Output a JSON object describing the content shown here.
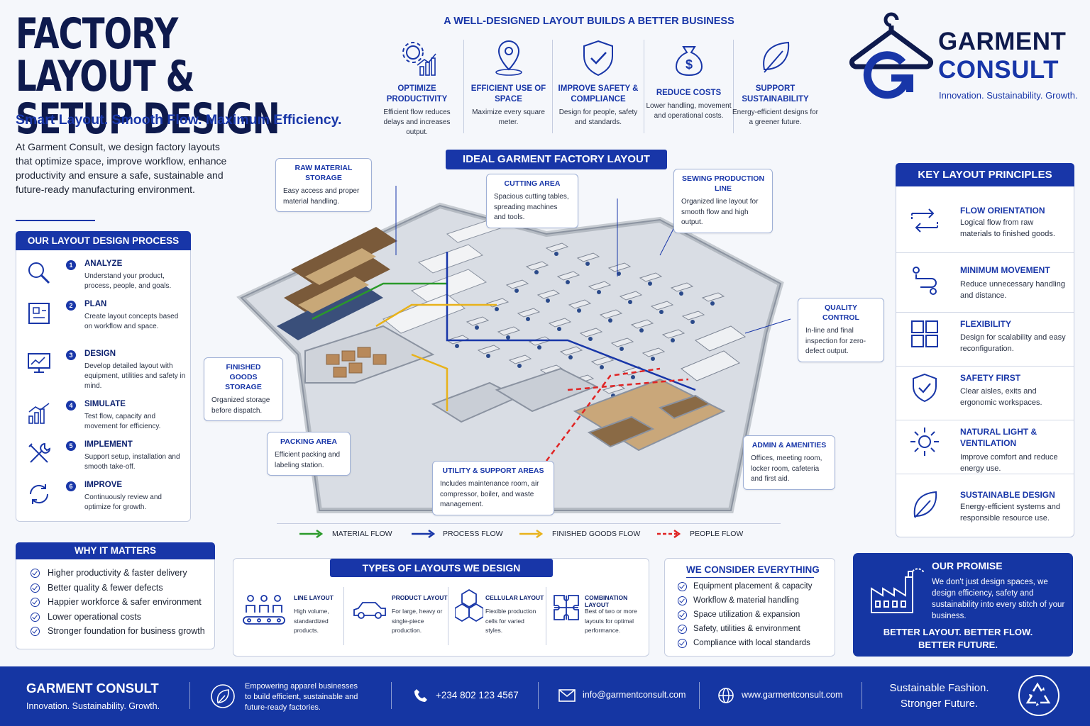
{
  "header": {
    "title_line1": "FACTORY LAYOUT &",
    "title_line2": "SETUP DESIGN",
    "tagline": "Smart Layout. Smooth Flow. Maximum Efficiency.",
    "intro": "At Garment Consult, we design factory layouts that optimize space, improve workflow, enhance productivity and ensure a safe, sustainable and future-ready manufacturing environment."
  },
  "benefits": {
    "heading": "A WELL-DESIGNED LAYOUT BUILDS A BETTER BUSINESS",
    "items": [
      {
        "title": "OPTIMIZE PRODUCTIVITY",
        "desc": "Efficient flow reduces delays and increases output.",
        "icon": "productivity-gear-chart-icon"
      },
      {
        "title": "EFFICIENT USE OF SPACE",
        "desc": "Maximize every square meter.",
        "icon": "location-pin-icon"
      },
      {
        "title": "IMPROVE SAFETY & COMPLIANCE",
        "desc": "Design for people, safety and standards.",
        "icon": "shield-check-icon"
      },
      {
        "title": "REDUCE COSTS",
        "desc": "Lower handling, movement and operational costs.",
        "icon": "money-bag-icon"
      },
      {
        "title": "SUPPORT SUSTAINABILITY",
        "desc": "Energy-efficient designs for a greener future.",
        "icon": "leaf-icon"
      }
    ]
  },
  "brand": {
    "name_line1": "GARMENT",
    "name_line2": "CONSULT",
    "tagline": "Innovation. Sustainability. Growth.",
    "icon": "hanger-g-logo-icon",
    "colors": {
      "navy": "#0e1a4d",
      "blue": "#1836a8",
      "accent": "#1536a3"
    }
  },
  "process": {
    "heading": "OUR LAYOUT DESIGN PROCESS",
    "steps": [
      {
        "num": "1",
        "title": "ANALYZE",
        "desc": "Understand your product, process, people, and goals.",
        "icon": "magnifier-icon"
      },
      {
        "num": "2",
        "title": "PLAN",
        "desc": "Create layout concepts based on workflow and space.",
        "icon": "blueprint-icon"
      },
      {
        "num": "3",
        "title": "DESIGN",
        "desc": "Develop detailed layout with equipment, utilities and safety in mind.",
        "icon": "monitor-chart-icon"
      },
      {
        "num": "4",
        "title": "SIMULATE",
        "desc": "Test flow, capacity and movement for efficiency.",
        "icon": "bar-chart-icon"
      },
      {
        "num": "5",
        "title": "IMPLEMENT",
        "desc": "Support setup, installation and smooth take-off.",
        "icon": "tools-icon"
      },
      {
        "num": "6",
        "title": "IMPROVE",
        "desc": "Continuously review and optimize for growth.",
        "icon": "refresh-cycle-icon"
      }
    ]
  },
  "why": {
    "heading": "WHY IT MATTERS",
    "items": [
      "Higher productivity & faster delivery",
      "Better quality & fewer defects",
      "Happier workforce & safer environment",
      "Lower operational costs",
      "Stronger foundation for business growth"
    ]
  },
  "layout": {
    "heading": "IDEAL GARMENT FACTORY LAYOUT",
    "callouts": {
      "raw": {
        "title": "RAW MATERIAL STORAGE",
        "desc": "Easy access and proper material handling."
      },
      "cutting": {
        "title": "CUTTING AREA",
        "desc": "Spacious cutting tables, spreading machines and tools."
      },
      "sewing": {
        "title": "SEWING PRODUCTION LINE",
        "desc": "Organized line layout for smooth flow and high output."
      },
      "quality": {
        "title": "QUALITY CONTROL",
        "desc": "In-line and final inspection for zero-defect output."
      },
      "finished": {
        "title": "FINISHED GOODS STORAGE",
        "desc": "Organized storage before dispatch."
      },
      "packing": {
        "title": "PACKING AREA",
        "desc": "Efficient packing and labeling station."
      },
      "utility": {
        "title": "UTILITY & SUPPORT AREAS",
        "desc": "Includes maintenance room, air compressor, boiler, and waste management."
      },
      "admin": {
        "title": "ADMIN & AMENITIES",
        "desc": "Offices, meeting room, locker room, cafeteria and first aid."
      }
    },
    "legend": [
      {
        "label": "MATERIAL FLOW",
        "color": "#2a9a2a",
        "dashed": false
      },
      {
        "label": "PROCESS FLOW",
        "color": "#1836a8",
        "dashed": false
      },
      {
        "label": "FINISHED GOODS FLOW",
        "color": "#e8b21a",
        "dashed": false
      },
      {
        "label": "PEOPLE FLOW",
        "color": "#e02424",
        "dashed": true
      }
    ]
  },
  "principles": {
    "heading": "KEY LAYOUT PRINCIPLES",
    "items": [
      {
        "title": "FLOW ORIENTATION",
        "desc": "Logical flow from raw materials to finished goods.",
        "icon": "flow-arrows-icon"
      },
      {
        "title": "MINIMUM MOVEMENT",
        "desc": "Reduce unnecessary handling and distance.",
        "icon": "route-path-icon"
      },
      {
        "title": "FLEXIBILITY",
        "desc": "Design for scalability and easy reconfiguration.",
        "icon": "puzzle-blocks-icon"
      },
      {
        "title": "SAFETY FIRST",
        "desc": "Clear aisles, exits and ergonomic workspaces.",
        "icon": "shield-check-icon"
      },
      {
        "title": "NATURAL LIGHT & VENTILATION",
        "desc": "Improve comfort and reduce energy use.",
        "icon": "sun-icon"
      },
      {
        "title": "SUSTAINABLE DESIGN",
        "desc": "Energy-efficient systems and responsible resource use.",
        "icon": "leaf-icon"
      }
    ]
  },
  "types": {
    "heading": "TYPES OF LAYOUTS WE DESIGN",
    "items": [
      {
        "title": "LINE LAYOUT",
        "desc": "High volume, standardized products.",
        "icon": "workers-conveyor-icon"
      },
      {
        "title": "PRODUCT LAYOUT",
        "desc": "For large, heavy or single-piece production.",
        "icon": "car-icon"
      },
      {
        "title": "CELLULAR LAYOUT",
        "desc": "Flexible production cells for varied styles.",
        "icon": "hexagon-cells-icon"
      },
      {
        "title": "COMBINATION LAYOUT",
        "desc": "Best of two or more layouts for optimal performance.",
        "icon": "puzzle-icon"
      }
    ]
  },
  "consider": {
    "heading": "WE CONSIDER EVERYTHING",
    "items": [
      "Equipment placement & capacity",
      "Workflow & material handling",
      "Space utilization & expansion",
      "Safety, utilities & environment",
      "Compliance with local standards"
    ]
  },
  "promise": {
    "heading": "OUR PROMISE",
    "desc": "We don't just design spaces, we design efficiency, safety and sustainability into every stitch of your business.",
    "footer_line1": "BETTER LAYOUT. BETTER FLOW.",
    "footer_line2": "BETTER FUTURE.",
    "icon": "factory-icon"
  },
  "footer": {
    "name": "GARMENT CONSULT",
    "tagline": "Innovation. Sustainability. Growth.",
    "mission": "Empowering apparel businesses to build efficient, sustainable and future-ready factories.",
    "phone": "+234 802 123 4567",
    "email": "info@garmentconsult.com",
    "website": "www.garmentconsult.com",
    "slogan_line1": "Sustainable Fashion.",
    "slogan_line2": "Stronger Future."
  }
}
